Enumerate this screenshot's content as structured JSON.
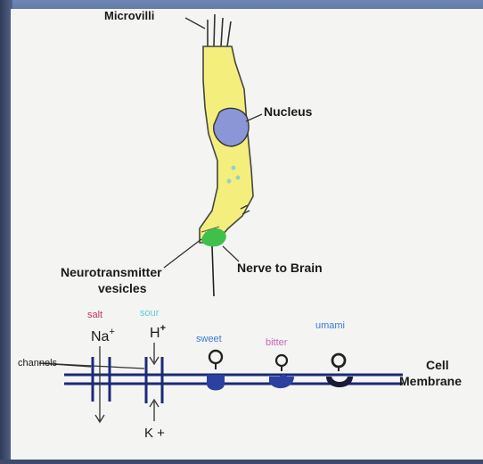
{
  "labels": {
    "microvilli": "Microvilli",
    "nucleus": "Nucleus",
    "neurotransmitter": "Neurotransmitter",
    "vesicles": "vesicles",
    "nerve": "Nerve to Brain",
    "cell": "Cell",
    "membrane": "Membrane",
    "channels": "channels"
  },
  "tastes": {
    "salt": "salt",
    "sour": "sour",
    "sweet": "sweet",
    "bitter": "bitter",
    "umami": "umami"
  },
  "ions": {
    "na": "Na",
    "na_sup": "+",
    "h": "H",
    "h_sup": "+",
    "k": "K +"
  },
  "colors": {
    "cell_fill": "#f4ef7c",
    "nucleus": "#8a96d6",
    "nerve": "#3fc04a",
    "salt": "#c0306a",
    "sour": "#5ec8e8",
    "sweet": "#3a7bd8",
    "bitter": "#c76ab6",
    "umami": "#3a7bd8",
    "receptor": "#2d3fa0"
  }
}
